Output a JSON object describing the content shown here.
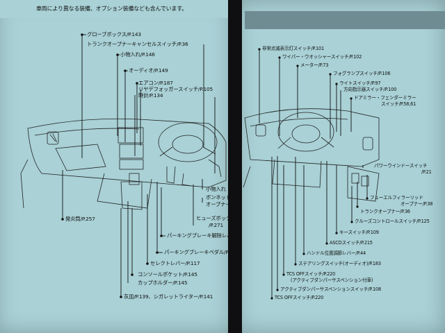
{
  "header": {
    "text": "車両により異なる装備、オプション装備なども含んでいます。"
  },
  "left_page": {
    "labels": {
      "glovebox": "グローブボックス/P.143",
      "trunk_cancel": "トランクオープナーキャンセルスイッチ/P.36",
      "small_box": "小物入れ/P.146",
      "audio": "オーディオ/P.149",
      "aircon": "エアコン/P.187",
      "rear_defogger": "リヤデフォッガースイッチ/P.105",
      "clock": "時計/P.134",
      "small_box2": "小物入れ",
      "bonnet": "ボンネット",
      "bonnet2": "オープナー/P.",
      "fuse": "ヒューズボックス/P.",
      "fuse2": "/P.271",
      "parking_release": "パーキングブレーキ解除レバー/P.",
      "parking_pedal": "パーキングブレーキペダル/P.",
      "selector": "セレクトレバー/P.117",
      "console": "コンソールポケット/P.145",
      "cupholder": "カップホルダー/P.145",
      "ashtray": "灰皿/P.139、シガレットライター/P.141",
      "flare": "発炎筒/P.257"
    }
  },
  "right_page": {
    "labels": {
      "hazard": "非常点滅表示灯スイッチ/P.101",
      "wiper": "ワイパー・ウオッシャースイッチ/P.102",
      "meter": "メーター/P.73",
      "foglamp": "フォグランプスイッチ/P.106",
      "light": "ライトスイッチ/P.97",
      "turn": "方向指示器スイッチ/P.100",
      "mirror": "ドアミラー・フェンダーミラー",
      "mirror2": "スイッチ/P.58,61",
      "powerwindow": "パワーウインドースイッチ",
      "powerwindow2": "/P.21",
      "fuel": "フューエルフィラーリッド",
      "fuel2": "オープナー/P.38",
      "trunk": "トランクオープナー/P.36",
      "cruise": "クルーズコントロールスイッチ/P.125",
      "key": "キースイッチ/P.109",
      "ascd": "ASCDスイッチ/P.215",
      "handle": "ハンドル位置調節レバー/P.44",
      "steering": "ステアリングスイッチ(オーディオ)/P.183",
      "tcs1": "TCS OFFスイッチ/P.220",
      "tcs1b": "(アクティブダンパーサスペンション付車)",
      "active": "アクティブダンパーサスペンションスイッチ/P.108",
      "tcs2": "TCS OFFスイッチ/P.220"
    }
  },
  "colors": {
    "page": "#a9d1d6",
    "tab": "#6f8c92",
    "background": "#1c1c20"
  }
}
